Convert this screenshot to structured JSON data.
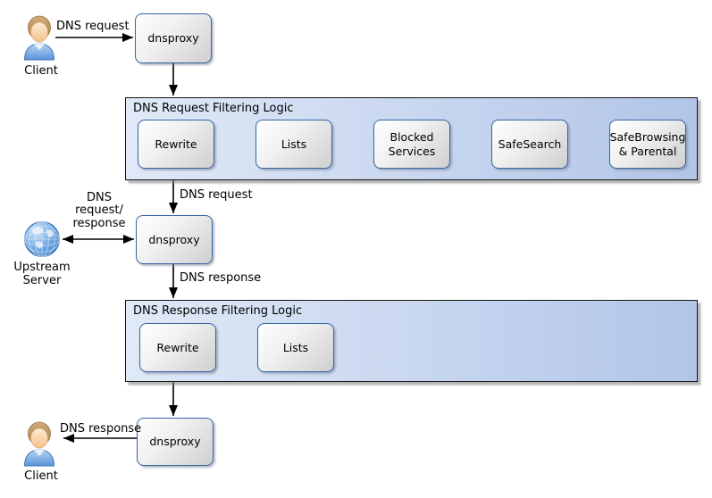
{
  "diagram": {
    "title_hint": "dnsproxy DNS filtering flow",
    "colors": {
      "node_border": "#3465a4",
      "node_fill_start": "#ffffff",
      "node_fill_end": "#cfcfcf",
      "group_fill_left": "#e0e9f7",
      "group_fill_right": "#b2c5e8",
      "group_border": "#161616",
      "arrow": "#000000",
      "background": "#ffffff"
    },
    "icons": {
      "client_top": "client-person-icon",
      "upstream": "globe-icon",
      "client_bottom": "client-person-icon"
    },
    "nodes": {
      "client_top": {
        "label": "Client"
      },
      "dnsproxy_top": {
        "label": "dnsproxy"
      },
      "dnsproxy_mid": {
        "label": "dnsproxy"
      },
      "dnsproxy_bottom": {
        "label": "dnsproxy"
      },
      "upstream_server": {
        "label": "Upstream\nServer"
      },
      "client_bottom": {
        "label": "Client"
      }
    },
    "request_filter": {
      "title": "DNS Request Filtering Logic",
      "boxes": [
        {
          "label": "Rewrite"
        },
        {
          "label": "Lists"
        },
        {
          "label": "Blocked\nServices"
        },
        {
          "label": "SafeSearch"
        },
        {
          "label": "SafeBrowsing\n& Parental"
        }
      ]
    },
    "response_filter": {
      "title": "DNS Response Filtering Logic",
      "boxes": [
        {
          "label": "Rewrite"
        },
        {
          "label": "Lists"
        }
      ]
    },
    "edges": {
      "client_to_proxy": {
        "label": "DNS request"
      },
      "filter_to_proxy": {
        "label": "DNS request"
      },
      "upstream_link": {
        "label": "DNS\nrequest/\nresponse"
      },
      "proxy_to_response_filter": {
        "label": "DNS response"
      },
      "proxy_to_client": {
        "label": "DNS response"
      }
    }
  }
}
